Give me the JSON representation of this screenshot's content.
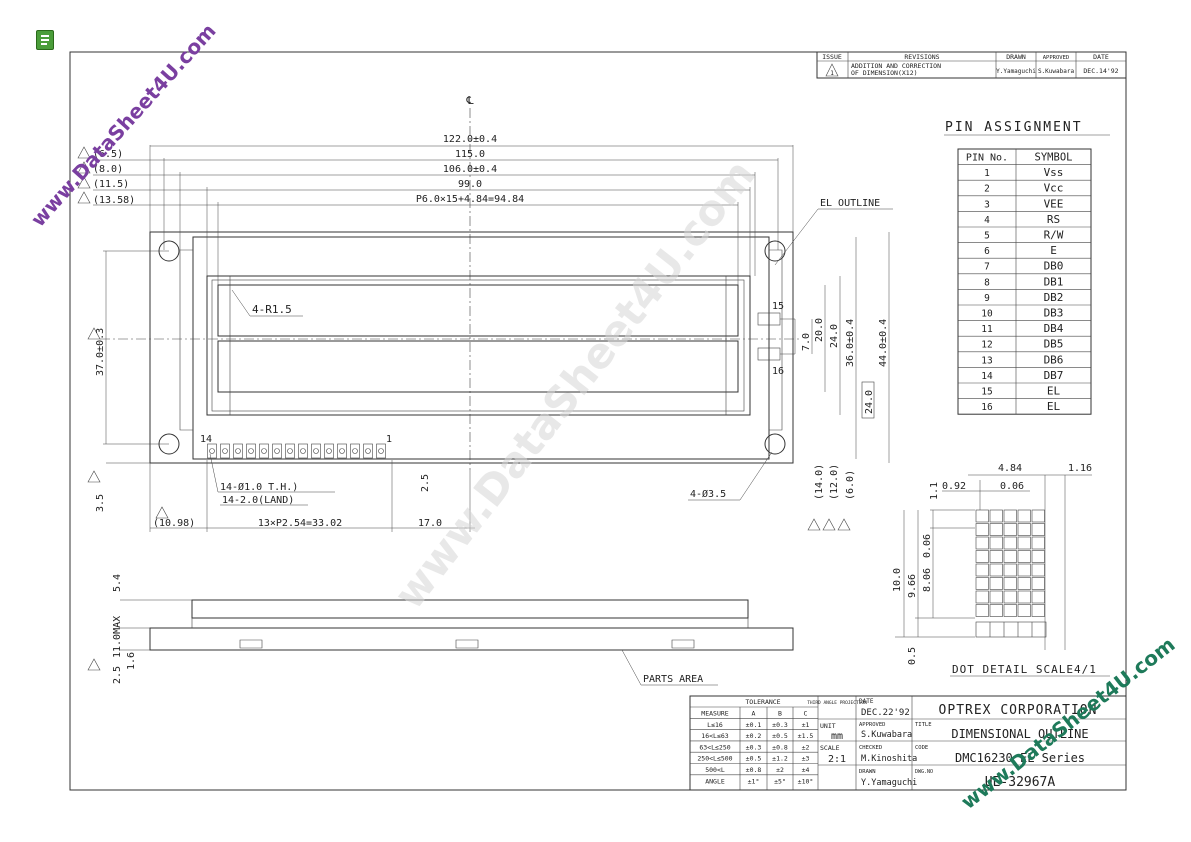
{
  "viewer": {
    "icon": "document-icon"
  },
  "watermarks": {
    "top_left": "www.DataSheet4U.com",
    "center": "www.DataSheet4U.com",
    "bottom_right": "www.DataSheet4U.com"
  },
  "revisions": {
    "headers": [
      "ISSUE",
      "REVISIONS",
      "DRAWN",
      "APPROVED",
      "DATE"
    ],
    "row": {
      "issue": "1",
      "text_line1": "ADDITION AND CORRECTION",
      "text_line2": "OF DIMENSION(X12)",
      "drawn": "Y.Yamaguchi",
      "approved": "S.Kuwabara",
      "date": "DEC.14'92"
    }
  },
  "pin_assignment": {
    "title": "PIN ASSIGNMENT",
    "headers": [
      "PIN No.",
      "SYMBOL"
    ],
    "rows": [
      [
        "1",
        "Vss"
      ],
      [
        "2",
        "Vcc"
      ],
      [
        "3",
        "VEE"
      ],
      [
        "4",
        "RS"
      ],
      [
        "5",
        "R/W"
      ],
      [
        "6",
        "E"
      ],
      [
        "7",
        "DB0"
      ],
      [
        "8",
        "DB1"
      ],
      [
        "9",
        "DB2"
      ],
      [
        "10",
        "DB3"
      ],
      [
        "11",
        "DB4"
      ],
      [
        "12",
        "DB5"
      ],
      [
        "13",
        "DB6"
      ],
      [
        "14",
        "DB7"
      ],
      [
        "15",
        "EL"
      ],
      [
        "16",
        "EL"
      ]
    ]
  },
  "dimensions": {
    "centerline": "℄",
    "d122": "122.0±0.4",
    "d115": "115.0",
    "d106": "106.0±0.4",
    "d99": "99.0",
    "pitch": "P6.0×15+4.84=94.84",
    "l_65": "(6.5)",
    "l_80": "(8.0)",
    "l_115": "(11.5)",
    "l_1358": "(13.58)",
    "el_outline": "EL OUTLINE",
    "r15": "4-R1.5",
    "h37": "37.0±0.3",
    "d35": "3.5",
    "v20": "20.0",
    "v24": "24.0",
    "v36": "36.0±0.4",
    "v44": "44.0±0.4",
    "v7": "7.0",
    "v24b": "24.0",
    "p15": "15",
    "p16": "16",
    "p14": "14",
    "p1": "1",
    "th": "14-Ø1.0 T.H.)",
    "land": "14-2.0(LAND)",
    "d25": "2.5",
    "hole": "4-Ø3.5",
    "d1098": "(10.98)",
    "d3302": "13×P2.54=33.02",
    "d170": "17.0",
    "v140": "(14.0)",
    "v120": "(12.0)",
    "v60": "(6.0)",
    "s54": "5.4",
    "s110": "11.0MAX",
    "s16": "1.6",
    "s25": "2.5",
    "parts_area": "PARTS AREA",
    "dd484": "4.84",
    "dd116": "1.16",
    "dd11": "1.1",
    "dd092": "0.92",
    "dd006": "0.06",
    "dd006b": "0.06",
    "dd866": "8.06",
    "dd966": "9.66",
    "dd100": "10.0",
    "dd05": "0.5",
    "dot_detail": "DOT DETAIL SCALE4/1"
  },
  "title_block": {
    "tolerance_title": "TOLERANCE",
    "tol_headers": [
      "MEASURE",
      "A",
      "B",
      "C"
    ],
    "tol_rows": [
      [
        "L≤16",
        "±0.1",
        "±0.3",
        "±1"
      ],
      [
        "16<L≤63",
        "±0.2",
        "±0.5",
        "±1.5"
      ],
      [
        "63<L≤250",
        "±0.3",
        "±0.8",
        "±2"
      ],
      [
        "250<L≤500",
        "±0.5",
        "±1.2",
        "±3"
      ],
      [
        "500<L",
        "±0.8",
        "±2",
        "±4"
      ],
      [
        "ANGLE",
        "±1°",
        "±5°",
        "±10°"
      ]
    ],
    "projection": "THIRD ANGLE PROJECTION",
    "unit_label": "UNIT",
    "unit_value": "mm",
    "scale_label": "SCALE",
    "scale_value": "2:1",
    "date_label": "DATE",
    "date_value": "DEC.22'92",
    "approved_label": "APPROVED",
    "approved_value": "S.Kuwabara",
    "checked_label": "CHECKED",
    "checked_value": "M.Kinoshita",
    "drawn_label": "DRAWN",
    "drawn_value": "Y.Yamaguchi",
    "company": "OPTREX CORPORATION",
    "title_label": "TITLE",
    "title_value": "DIMENSIONAL OUTLINE",
    "code_label": "CODE",
    "code_value": "DMC16230 EL Series",
    "dwg_label": "DWG.NO",
    "dwg_value": "UE-32967A"
  }
}
